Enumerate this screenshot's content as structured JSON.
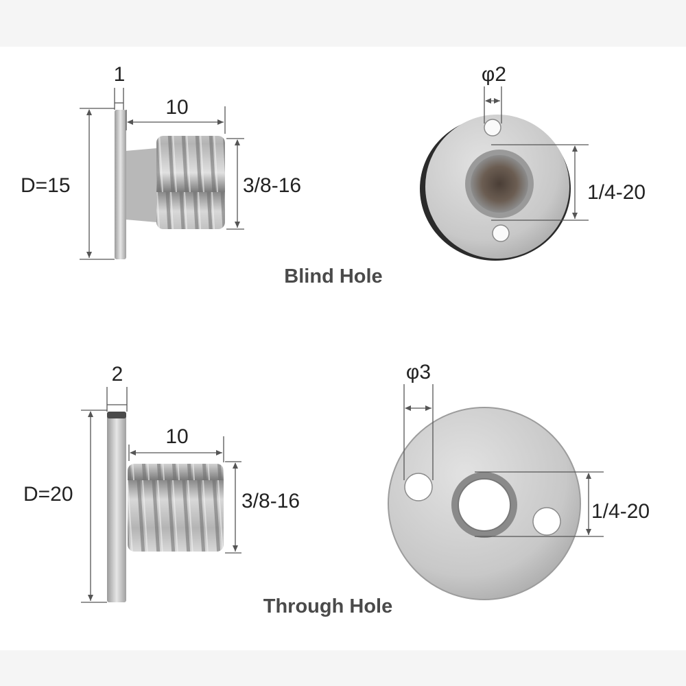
{
  "blind_hole": {
    "caption": "Blind Hole",
    "side_view": {
      "flange_thickness": "1",
      "thread_length": "10",
      "diameter": "D=15",
      "outer_thread": "3/8-16"
    },
    "front_view": {
      "pin_hole_diameter": "φ2",
      "inner_thread": "1/4-20"
    }
  },
  "through_hole": {
    "caption": "Through Hole",
    "side_view": {
      "flange_thickness": "2",
      "thread_length": "10",
      "diameter": "D=20",
      "outer_thread": "3/8-16"
    },
    "front_view": {
      "pin_hole_diameter": "φ3",
      "inner_thread": "1/4-20"
    }
  },
  "colors": {
    "metal_light": "#dcdcdc",
    "metal_mid": "#a8a8a8",
    "metal_dark": "#6e6e6e",
    "dimension_line": "#555555",
    "caption_text": "#4a4a4a"
  }
}
